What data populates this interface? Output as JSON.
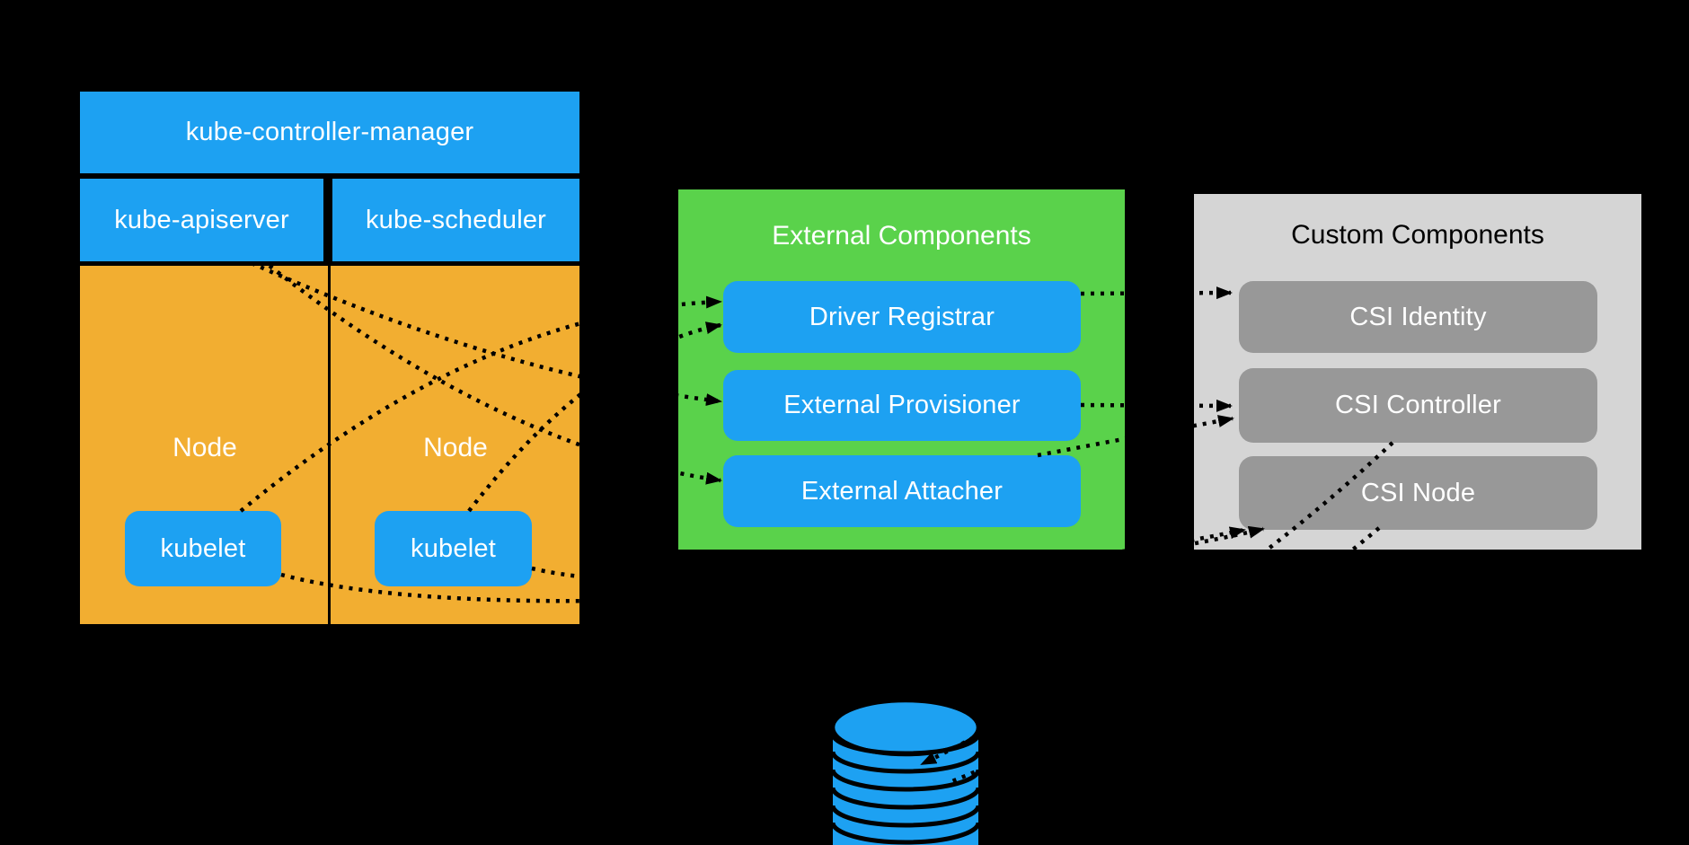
{
  "diagram": {
    "description": "Kubernetes CSI architecture diagram on black background",
    "colors": {
      "background": "#000000",
      "accent_blue": "#1da1f2",
      "cluster_orange": "#f2ae31",
      "external_green": "#5ad24b",
      "custom_panel_gray": "#d5d5d5",
      "custom_box_gray": "#989898",
      "connector_line": "#000000",
      "text_light": "#ffffff",
      "text_dark": "#000000"
    }
  },
  "control_plane": {
    "controller_manager": "kube-controller-manager",
    "apiserver": "kube-apiserver",
    "scheduler": "kube-scheduler",
    "nodes": [
      {
        "label": "Node",
        "kubelet": "kubelet"
      },
      {
        "label": "Node",
        "kubelet": "kubelet"
      }
    ]
  },
  "external_components": {
    "title": "External Components",
    "items": [
      {
        "label": "Driver Registrar"
      },
      {
        "label": "External Provisioner"
      },
      {
        "label": "External Attacher"
      }
    ]
  },
  "custom_components": {
    "title": "Custom Components",
    "items": [
      {
        "label": "CSI Identity"
      },
      {
        "label": "CSI Controller"
      },
      {
        "label": "CSI Node"
      }
    ]
  },
  "storage": {
    "icon": "database-cylinder-icon"
  }
}
